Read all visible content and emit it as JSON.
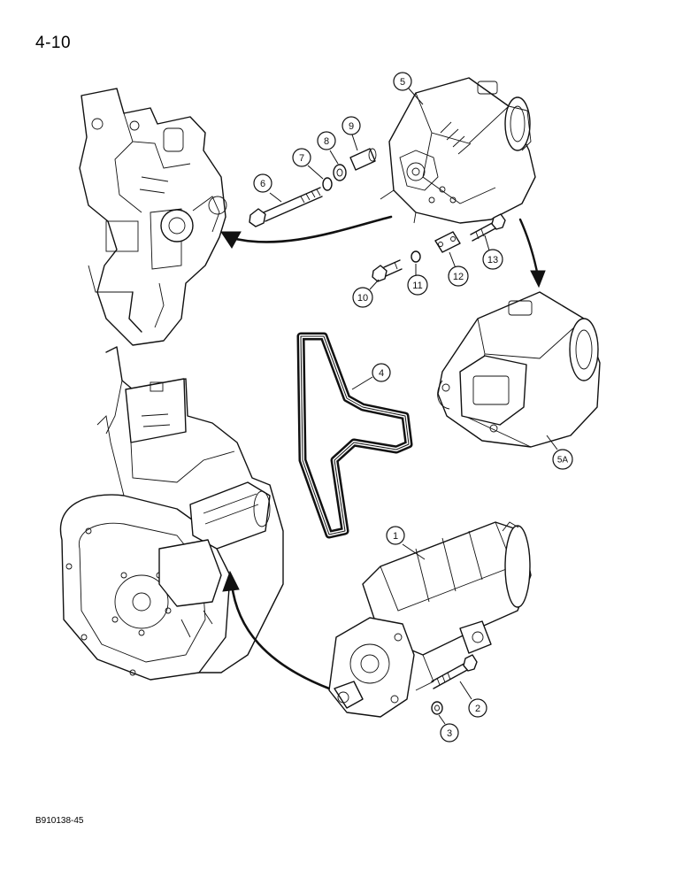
{
  "page_number": "4-10",
  "figure_code": "B910138-45",
  "callouts": {
    "c1": "1",
    "c2": "2",
    "c3": "3",
    "c4": "4",
    "c5": "5",
    "c5a": "5A",
    "c6": "6",
    "c7": "7",
    "c8": "8",
    "c9": "9",
    "c10": "10",
    "c11": "11",
    "c12": "12",
    "c13": "13"
  }
}
